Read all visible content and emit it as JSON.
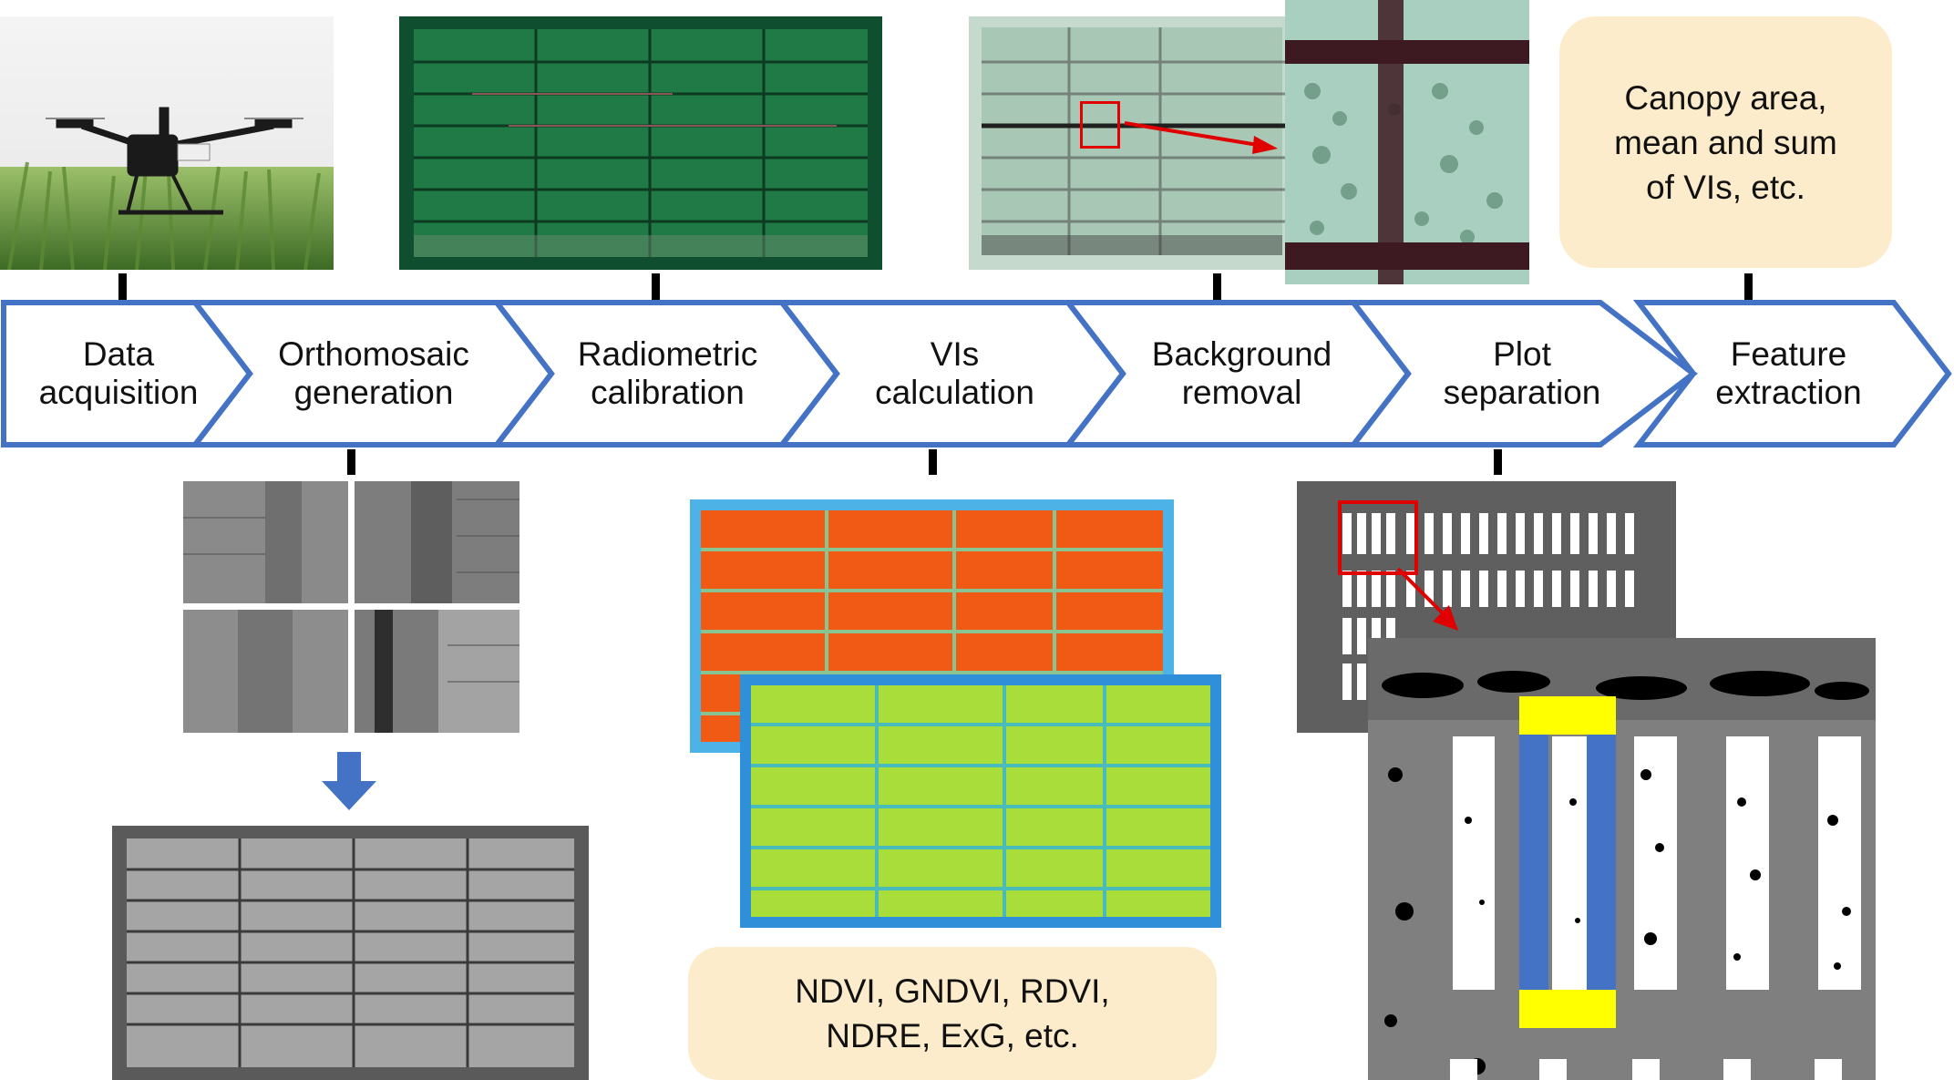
{
  "pipeline": {
    "steps": [
      {
        "line1": "Data",
        "line2": "acquisition"
      },
      {
        "line1": "Orthomosaic",
        "line2": "generation"
      },
      {
        "line1": "Radiometric",
        "line2": "calibration"
      },
      {
        "line1": "VIs",
        "line2": "calculation"
      },
      {
        "line1": "Background",
        "line2": "removal"
      },
      {
        "line1": "Plot",
        "line2": "separation"
      },
      {
        "line1": "Feature",
        "line2": "extraction"
      }
    ],
    "border_color": "#4472c4"
  },
  "notes": {
    "features": {
      "line1": "Canopy area,",
      "line2": "mean and sum",
      "line3": "of VIs, etc."
    },
    "indices": {
      "line1": "NDVI, GNDVI, RDVI,",
      "line2": "NDRE, ExG, etc."
    }
  },
  "images": {
    "drone": "drone-photo-icon",
    "rgb_ortho": "rgb-orthomosaic",
    "bg_removed": "background-removed-map",
    "raw_tiles": "raw-image-tiles",
    "gray_ortho": "grayscale-orthomosaic",
    "vi_maps": "vegetation-index-maps",
    "plots": "plot-separation-map"
  },
  "colors": {
    "note_fill": "#fdeccb",
    "arrow_blue": "#4472c4",
    "highlight_red": "#e00000",
    "plot_yellow": "#ffff00"
  }
}
